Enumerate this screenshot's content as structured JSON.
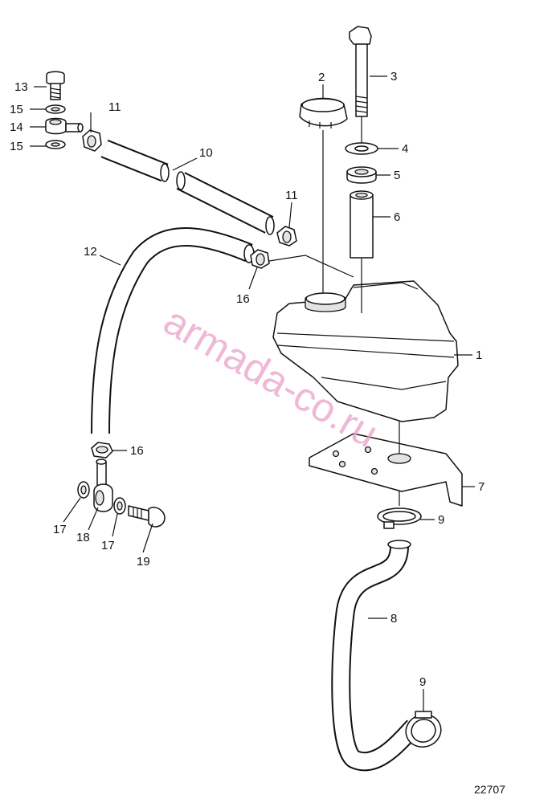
{
  "watermark": "armada-co.ru",
  "figure_number": "22707",
  "callouts": {
    "c1": "1",
    "c2": "2",
    "c3": "3",
    "c4": "4",
    "c5": "5",
    "c6": "6",
    "c7": "7",
    "c8": "8",
    "c9a": "9",
    "c9b": "9",
    "c10": "10",
    "c11a": "11",
    "c11b": "11",
    "c12": "12",
    "c13": "13",
    "c14": "14",
    "c15a": "15",
    "c15b": "15",
    "c16a": "16",
    "c16b": "16",
    "c17a": "17",
    "c17b": "17",
    "c18": "18",
    "c19": "19"
  }
}
